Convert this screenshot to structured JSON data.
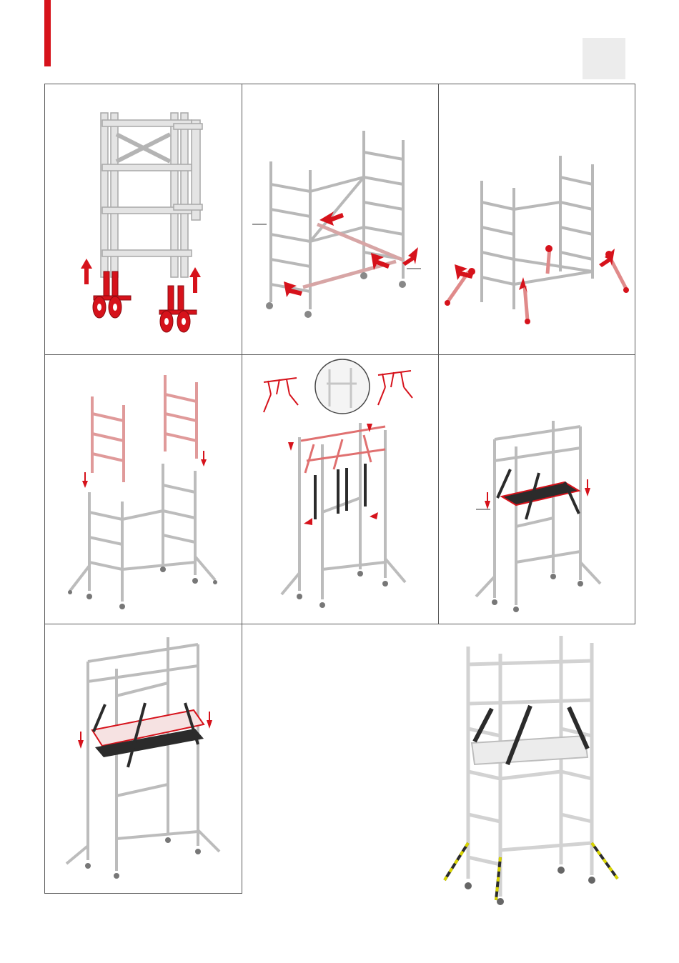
{
  "colors": {
    "accent": "#d6121b",
    "frame": "#cfcfcf",
    "frame_edge": "#9e9e9e",
    "platform": "#2b2b2b",
    "panel_border": "#5a5a5a",
    "page_box": "#ececec",
    "stabilizer_stripe": "#d8d400"
  },
  "icons": {
    "marker": "red-bar",
    "step_arrow": "red-arrow-icon",
    "caster": "caster-wheel-icon",
    "detail": "magnifier-detail-icon"
  },
  "steps": [
    {
      "name": "step-1-casters"
    },
    {
      "name": "step-2-horizontal-braces"
    },
    {
      "name": "step-3-stabilizers"
    },
    {
      "name": "step-4-upper-frames"
    },
    {
      "name": "step-5-guardrails"
    },
    {
      "name": "step-6-platform"
    },
    {
      "name": "step-7-second-platform"
    }
  ]
}
